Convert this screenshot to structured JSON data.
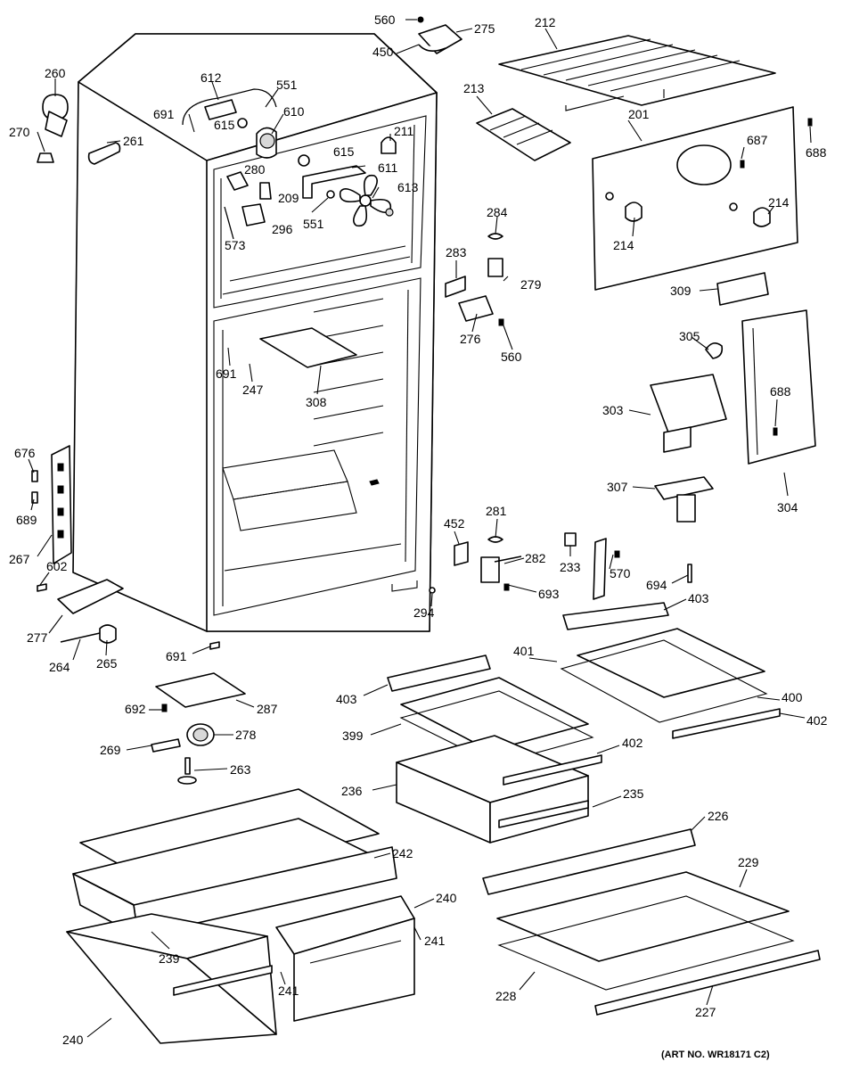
{
  "art_number": "(ART NO. WR18171 C2)",
  "callouts": [
    "560",
    "275",
    "450",
    "212",
    "213",
    "201",
    "687",
    "688",
    "260",
    "270",
    "261",
    "612",
    "551",
    "691",
    "615",
    "610",
    "615",
    "211",
    "280",
    "611",
    "209",
    "613",
    "551",
    "296",
    "573",
    "284",
    "279",
    "283",
    "276",
    "560",
    "214",
    "214",
    "309",
    "305",
    "688",
    "303",
    "304",
    "307",
    "691",
    "247",
    "308",
    "676",
    "689",
    "267",
    "602",
    "277",
    "264",
    "265",
    "452",
    "281",
    "282",
    "693",
    "294",
    "233",
    "570",
    "694",
    "403",
    "401",
    "400",
    "402",
    "403",
    "399",
    "402",
    "236",
    "235",
    "691",
    "692",
    "287",
    "269",
    "278",
    "263",
    "226",
    "229",
    "242",
    "240",
    "241",
    "239",
    "241",
    "240",
    "228",
    "227"
  ]
}
